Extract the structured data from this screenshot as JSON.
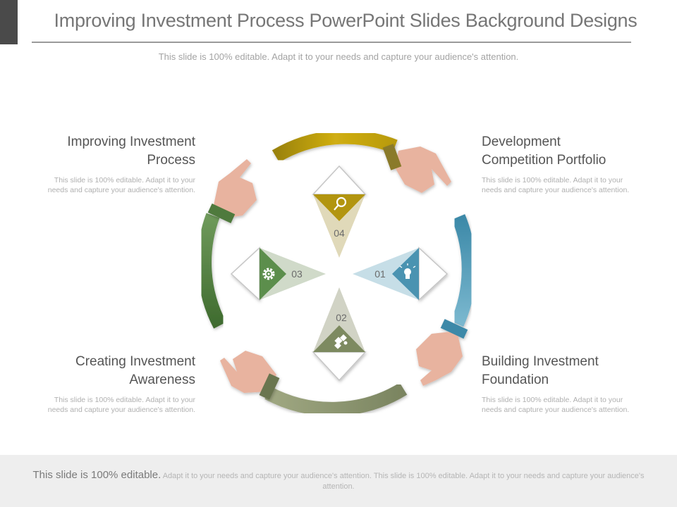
{
  "header": {
    "title": "Improving Investment Process PowerPoint Slides Background Designs",
    "subtitle": "This slide is 100% editable. Adapt it to your needs and capture your audience's attention."
  },
  "blocks": {
    "top_left": {
      "title_line1": "Improving  Investment",
      "title_line2": "Process",
      "desc_line1": "This slide is 100% editable. Adapt it to your",
      "desc_line2": "needs and capture your audience's attention."
    },
    "top_right": {
      "title_line1": "Development",
      "title_line2": "Competition  Portfolio",
      "desc_line1": "This slide is 100% editable. Adapt it to your",
      "desc_line2": "needs and capture your audience's attention."
    },
    "bottom_left": {
      "title_line1": "Creating  Investment",
      "title_line2": "Awareness",
      "desc_line1": "This slide is 100% editable. Adapt it to your",
      "desc_line2": "needs and capture your audience's attention."
    },
    "bottom_right": {
      "title_line1": "Building  Investment",
      "title_line2": "Foundation",
      "desc_line1": "This slide is 100% editable. Adapt it to your",
      "desc_line2": "needs and capture your audience's attention."
    }
  },
  "diagram": {
    "steps": [
      {
        "number": "01",
        "icon": "lightbulb-icon",
        "color": "#4a93b1"
      },
      {
        "number": "02",
        "icon": "puzzle-icon",
        "color": "#7d8a60"
      },
      {
        "number": "03",
        "icon": "gear-icon",
        "color": "#5c8e4c"
      },
      {
        "number": "04",
        "icon": "magnifier-icon",
        "color": "#b2950f"
      }
    ],
    "arc_colors": {
      "top": "#c9a90f",
      "right": "#4e9fc0",
      "bottom": "#8d9670",
      "left": "#567f44"
    },
    "hand_color": "#e8b39f"
  },
  "footer": {
    "lead": "This slide is 100% editable.",
    "body": "Adapt it to your needs and capture your audience's attention. This slide is 100% editable. Adapt it to your needs and capture your audience's attention."
  }
}
